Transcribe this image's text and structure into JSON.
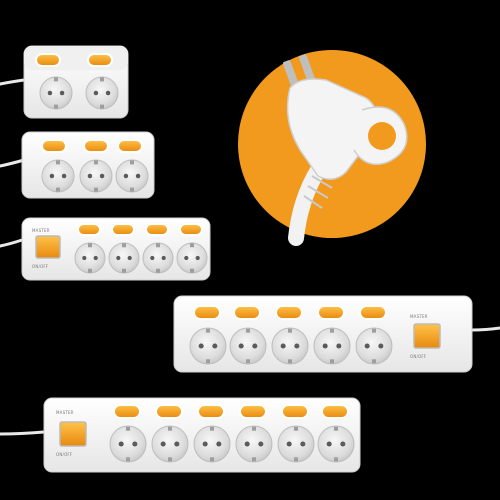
{
  "scene": {
    "background": "#000000",
    "accent_orange": "#f29a1e",
    "switch_orange": "#f5a21a",
    "body_white": "#f4f4f4",
    "socket_grey": "#e2e2e2"
  },
  "products": [
    {
      "name": "power-strip-2-outlet",
      "outlets": 2,
      "has_master_switch": false
    },
    {
      "name": "power-strip-3-outlet",
      "outlets": 3,
      "has_master_switch": false
    },
    {
      "name": "power-strip-4-outlet",
      "outlets": 4,
      "has_master_switch": true
    },
    {
      "name": "power-strip-5-outlet",
      "outlets": 5,
      "has_master_switch": true
    },
    {
      "name": "power-strip-6-outlet",
      "outlets": 6,
      "has_master_switch": true
    }
  ],
  "plug_detail": {
    "icon": "schuko-plug-icon",
    "background": "orange-circle"
  }
}
